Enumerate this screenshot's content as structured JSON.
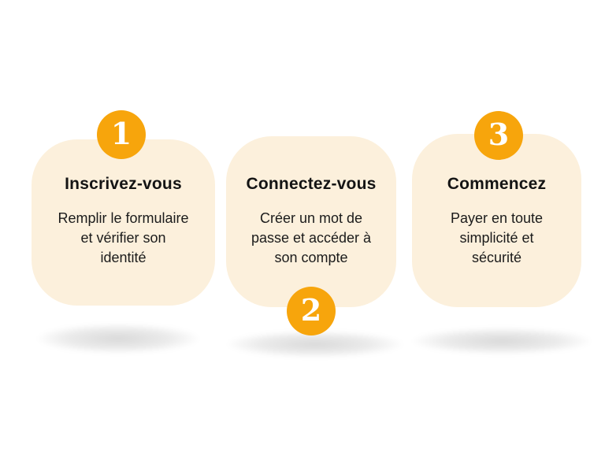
{
  "palette": {
    "accent": "#F7A50C",
    "card": "#FCF0DC",
    "text": "#1B1B1B",
    "background": "#FFFFFF"
  },
  "steps": [
    {
      "number": "1",
      "title": "Inscrivez-vous",
      "description": [
        "Remplir le formulaire",
        "et vérifier son",
        "identité"
      ],
      "badge_position": "top"
    },
    {
      "number": "2",
      "title": "Connectez-vous",
      "description": [
        "Créer un mot de",
        "passe et accéder à",
        "son compte"
      ],
      "badge_position": "bottom"
    },
    {
      "number": "3",
      "title": "Commencez",
      "description": [
        "Payer en toute",
        "simplicité et",
        "sécurité"
      ],
      "badge_position": "top"
    }
  ]
}
